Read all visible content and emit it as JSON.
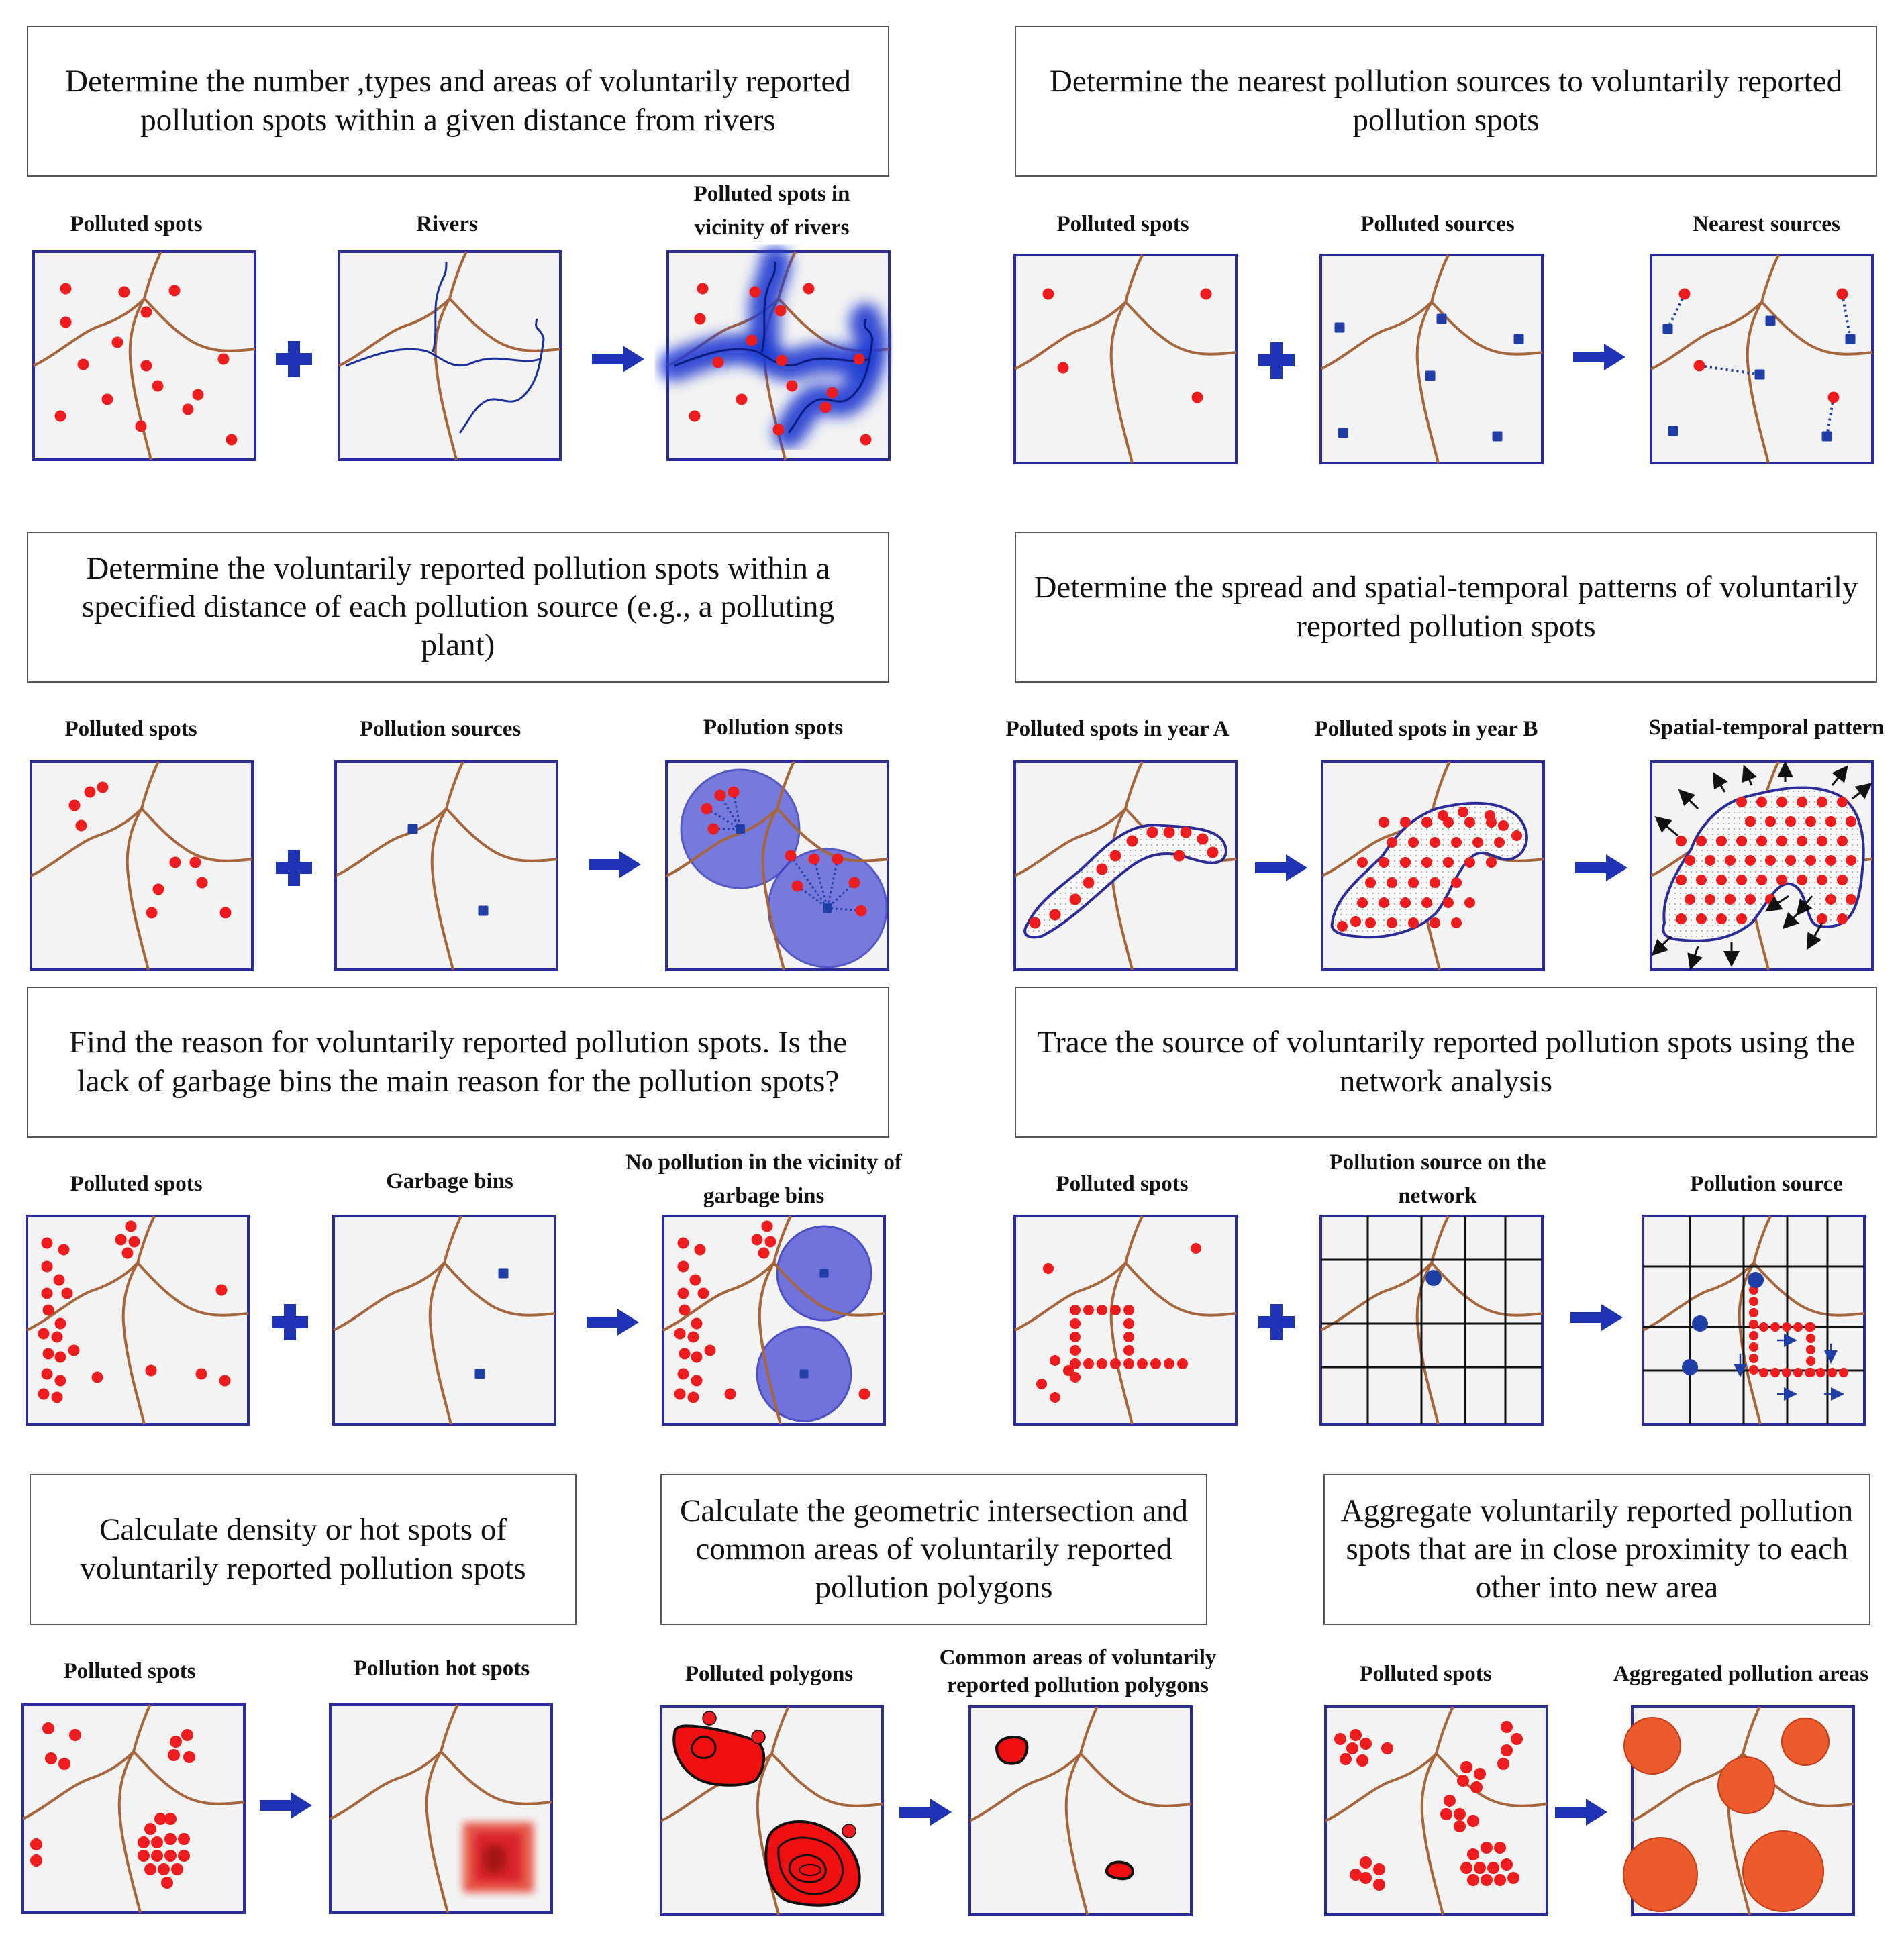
{
  "diagram": {
    "task_boxes": [
      {
        "id": "t1",
        "text": "Determine the number ,types and areas of voluntarily reported pollution spots within a given distance from rivers"
      },
      {
        "id": "t2",
        "text": "Determine the nearest pollution sources to voluntarily reported pollution spots"
      },
      {
        "id": "t3",
        "text": "Determine the voluntarily reported pollution spots within a specified distance of each pollution source (e.g., a polluting plant)"
      },
      {
        "id": "t4",
        "text": "Determine the spread and spatial-temporal patterns of voluntarily reported pollution spots"
      },
      {
        "id": "t5",
        "text": "Find the reason for voluntarily reported pollution spots. Is the lack of garbage bins the main reason for the pollution spots?"
      },
      {
        "id": "t6",
        "text": "Trace the source of voluntarily reported pollution spots using the network analysis"
      },
      {
        "id": "t7",
        "text": "Calculate density or hot spots of voluntarily reported pollution spots"
      },
      {
        "id": "t8",
        "text": "Calculate the geometric intersection and common areas of voluntarily reported pollution polygons"
      },
      {
        "id": "t9",
        "text": "Aggregate voluntarily reported pollution spots that are in close proximity to each other into new area"
      }
    ],
    "panel_labels": [
      "Polluted spots",
      "Rivers",
      "Polluted spots in vicinity of rivers",
      "Polluted spots",
      "Polluted sources",
      "Nearest sources",
      "Polluted spots",
      "Pollution sources",
      "Pollution spots",
      "Polluted spots in year A",
      "Polluted spots in year B",
      "Spatial-temporal pattern",
      "Polluted spots",
      "Garbage bins",
      "No pollution in the vicinity of garbage bins",
      "Polluted spots",
      "Pollution source on the network",
      "Pollution source",
      "Polluted spots",
      "Pollution hot spots",
      "Polluted polygons",
      "Common areas of voluntarily reported pollution polygons",
      "Polluted spots",
      "Aggregated pollution areas"
    ],
    "operators": {
      "plus": "+",
      "arrow": "→"
    },
    "colors": {
      "frame": "#2b2b9a",
      "road": "#a9653a",
      "spot": "#ee1c1c",
      "source": "#1f3ea8",
      "river": "#1a2fa0",
      "map_bg": "#f3f3f3",
      "operator": "#1f33b5"
    }
  }
}
